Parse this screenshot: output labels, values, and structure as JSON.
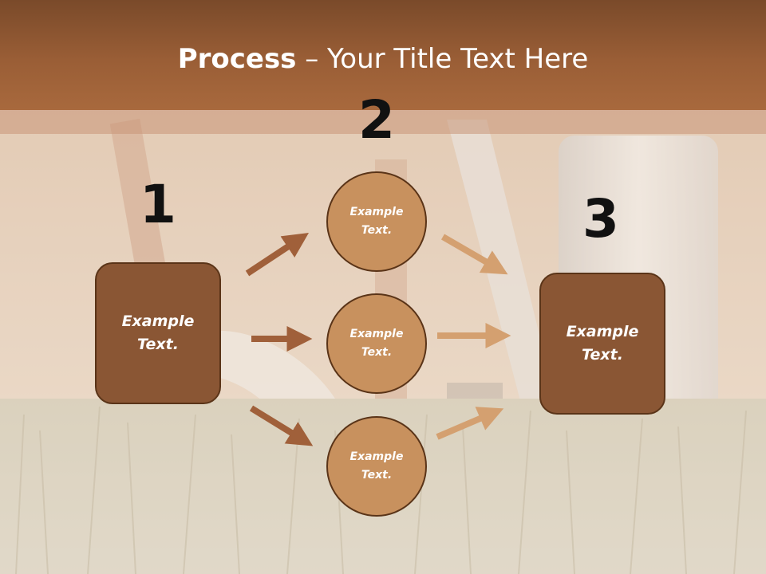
{
  "title": {
    "bold": "Process",
    "rest": " – Your Title Text Here"
  },
  "steps": {
    "one": "1",
    "two": "2",
    "three": "3"
  },
  "boxes": {
    "left": "Example Text.",
    "right": "Example Text."
  },
  "circles": [
    "Example Text.",
    "Example Text.",
    "Example Text."
  ],
  "colors": {
    "title_band": "#9a5e36",
    "box_fill": "#8a5634",
    "circle_fill": "#c8915e",
    "arrow_dark": "#a0603a",
    "arrow_light": "#d4a070",
    "outline": "#5a3418"
  }
}
